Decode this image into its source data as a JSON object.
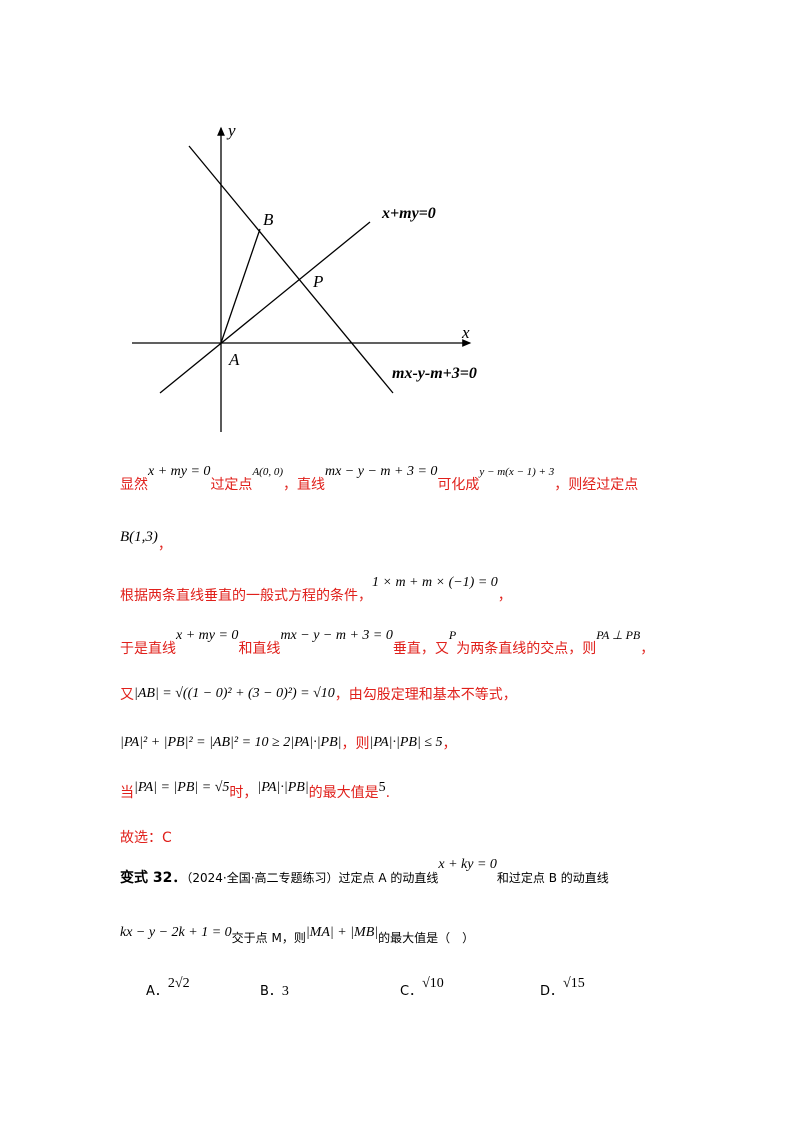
{
  "figure": {
    "axis_x": "x",
    "axis_y": "y",
    "label_A": "A",
    "label_B": "B",
    "label_P": "P",
    "line1_label": "x+my=0",
    "line2_label": "mx-y-m+3=0"
  },
  "solution": {
    "l1": {
      "t1": "显然",
      "m1": "x + my = 0",
      "t2": "过定点",
      "m2": "A(0, 0)",
      "t3": "，直线",
      "m3": "mx − y − m + 3 = 0",
      "t4": "可化成",
      "m4": "y − m(x − 1) + 3",
      "t5": "，则经过定点"
    },
    "l2": {
      "m1": "B(1,3)",
      "t1": "，"
    },
    "l3": {
      "t1": "根据两条直线垂直的一般式方程的条件，",
      "m1": "1 × m + m × (−1) = 0",
      "t2": "，"
    },
    "l4": {
      "t1": "于是直线",
      "m1": "x + my = 0",
      "t2": "和直线",
      "m2": "mx − y − m + 3 = 0",
      "t3": "垂直，又",
      "m3": "P",
      "t4": "为两条直线的交点，则",
      "m4": "PA ⊥ PB",
      "t5": "，"
    },
    "l5": {
      "t1": "又",
      "m1": "|AB| = √((1 − 0)² + (3 − 0)²) = √10",
      "t2": "，由勾股定理和基本不等式，"
    },
    "l6": {
      "m1": "|PA|² + |PB|² = |AB|² = 10 ≥ 2|PA|·|PB|",
      "t1": "，则",
      "m2": "|PA|·|PB| ≤ 5",
      "t2": "，"
    },
    "l7": {
      "t1": "当",
      "m1": "|PA| = |PB| = √5",
      "t2": "时，",
      "m2": "|PA|·|PB|",
      "t3": "的最大值是",
      "m3": "5",
      "t4": "."
    },
    "answer": "故选：C"
  },
  "problem": {
    "title": "变式 32．",
    "source": "（2024·全国·高二专题练习）过定点 A 的动直线",
    "m1": "x + ky = 0",
    "t2": "和过定点 B 的动直线",
    "m2": "kx − y − 2k + 1 = 0",
    "t3": "交于点 M，则",
    "m3": "|MA| + |MB|",
    "t4": "的最大值是（　）",
    "options": [
      {
        "letter": "A．",
        "value": "2√2"
      },
      {
        "letter": "B．",
        "value": "3"
      },
      {
        "letter": "C．",
        "value": "√10"
      },
      {
        "letter": "D．",
        "value": "√15"
      }
    ]
  }
}
